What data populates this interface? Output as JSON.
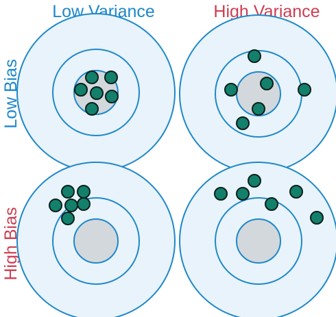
{
  "columns": [
    {
      "label": "Low Variance",
      "color": "#1e88c9"
    },
    {
      "label": "High Variance",
      "color": "#cc3e52"
    }
  ],
  "rows": [
    {
      "label": "Low Bias",
      "color": "#1e88c9"
    },
    {
      "label": "High Bias",
      "color": "#cc3e52"
    }
  ],
  "colors": {
    "target_fill": "#e8f3fb",
    "ring_stroke": "#1e88c9",
    "bullseye_fill": "#d3d8dc",
    "dot_fill": "#13806b",
    "dot_stroke": "#0a1f1c"
  },
  "panels": [
    {
      "id": "low-bias-low-variance",
      "column": "Low Variance",
      "row": "Low Bias"
    },
    {
      "id": "low-bias-high-variance",
      "column": "High Variance",
      "row": "Low Bias"
    },
    {
      "id": "high-bias-low-variance",
      "column": "Low Variance",
      "row": "High Bias"
    },
    {
      "id": "high-bias-high-variance",
      "column": "High Variance",
      "row": "High Bias"
    }
  ]
}
